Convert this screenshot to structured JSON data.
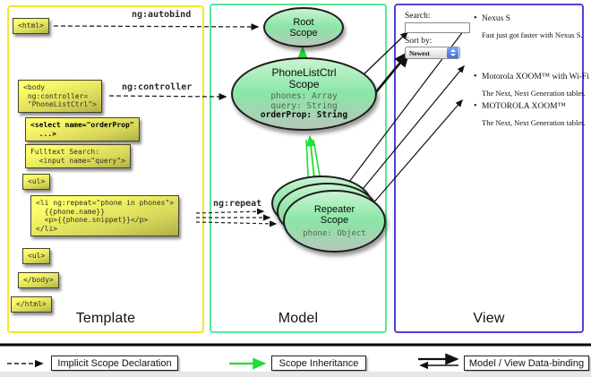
{
  "columns": {
    "template": {
      "label": "Template"
    },
    "model": {
      "label": "Model"
    },
    "view": {
      "label": "View"
    }
  },
  "annotations": {
    "ng_autobind": "ng:autobind",
    "ng_controller": "ng:controller",
    "ng_repeat": "ng:repeat"
  },
  "template_code": {
    "html_open": "<html>",
    "body_open": "<body\n ng:controller=\n \"PhoneListCtrl\">",
    "select": "<select name=\"orderProp\"\n  ...>",
    "fulltext": "Fulltext Search:\n  <input name=\"query\">",
    "ul_open": "<ul>",
    "li_repeat": "<li ng:repeat=\"phone in phones\">\n  {{phone.name}}\n  <p>{{phone.snippet}}</p>\n</li>",
    "ul_close": "<ul>",
    "body_close": "</body>",
    "html_close": "</html>"
  },
  "scopes": {
    "root": {
      "title": "Root\nScope"
    },
    "phone_list_ctrl": {
      "title": "PhoneListCtrl\nScope",
      "props": [
        "phones: Array",
        "query: String"
      ],
      "bold_prop": "orderProp: String"
    },
    "repeater": {
      "title": "Repeater\nScope",
      "prop": "phone: Object"
    }
  },
  "view": {
    "search_label": "Search:",
    "search_value": "",
    "sort_label": "Sort by:",
    "sort_value": "Newest",
    "bullet": "•",
    "phones": [
      {
        "name": "Nexus S",
        "snippet": "Fast just got faster with Nexus S."
      },
      {
        "name": "Motorola XOOM™ with Wi-Fi",
        "snippet": "The Next, Next Generation tablet."
      },
      {
        "name": "MOTOROLA XOOM™",
        "snippet": "The Next, Next Generation tablet."
      }
    ]
  },
  "legend": {
    "implicit": "Implicit Scope Declaration",
    "inheritance": "Scope Inheritance",
    "databinding": "Model / View Data-binding"
  },
  "colors": {
    "template_border": "#f6e821",
    "model_border": "#55e896",
    "view_border": "#5140d9",
    "arrow_green": "#22dd33",
    "arrow_black": "#111111",
    "code_box_yellow": "#ffff6b",
    "scope_green": "#8ae6a6"
  }
}
